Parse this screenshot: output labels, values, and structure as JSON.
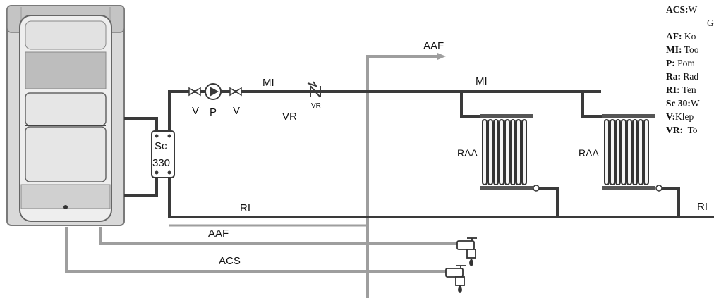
{
  "colors": {
    "flow_pipe": "#3a3a3a",
    "cold_pipe": "#9e9e9e",
    "boiler_body": "#d9d9d9",
    "boiler_dark": "#8c8c8c"
  },
  "labels": {
    "aaf_top": "AAF",
    "mi_left": "MI",
    "mi_right": "MI",
    "vr_label": "VR",
    "vr_valve": "VR",
    "v_left": "V",
    "p_pump": "P",
    "v_right": "V",
    "sc_top": "Sc",
    "sc_bottom": "330",
    "raa_1": "RAA",
    "raa_2": "RAA",
    "ri_left": "RI",
    "ri_right": "RI",
    "aaf_bottom": "AAF",
    "acs": "ACS"
  },
  "legend": [
    {
      "key": "ACS:",
      "text": "W"
    },
    {
      "key": "",
      "text": "G"
    },
    {
      "key": "AF:",
      "text": "Ko"
    },
    {
      "key": "MI:",
      "text": "Too"
    },
    {
      "key": "P:",
      "text": " Pom"
    },
    {
      "key": "Ra:",
      "text": "Rad"
    },
    {
      "key": "RI:",
      "text": "Ten"
    },
    {
      "key": "Sc 30:",
      "text": "W"
    },
    {
      "key": "V:",
      "text": "Klep"
    },
    {
      "key": "VR:",
      "text": "  To"
    }
  ]
}
